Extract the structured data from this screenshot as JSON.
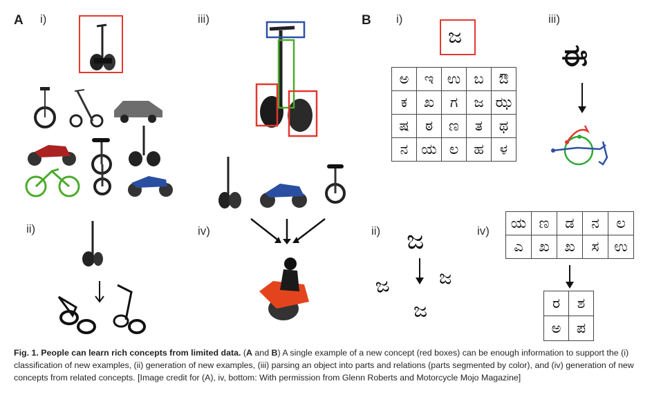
{
  "figure": {
    "panelA": {
      "label": "A",
      "sub_i": "i)",
      "sub_ii": "ii)",
      "sub_iii": "iii)",
      "sub_iv": "iv)"
    },
    "panelB": {
      "label": "B",
      "sub_i": "i)",
      "sub_ii": "ii)",
      "sub_iii": "iii)",
      "sub_iv": "iv)",
      "target_char": "ಜ",
      "grid_chars": [
        [
          "ಅ",
          "ಇ",
          "ಉ",
          "ಬ",
          "ಔ"
        ],
        [
          "ಕ",
          "ಖ",
          "ಗ",
          "ಜ",
          "ಝ"
        ],
        [
          "ಷ",
          "ಠ",
          "ಣ",
          "ತ",
          "ಥ"
        ],
        [
          "ನ",
          "ಯ",
          "ಲ",
          "ಹ",
          "ಳ"
        ]
      ],
      "parse_char": "ಈ",
      "gen_example_char": "ಜ",
      "gen_chars": [
        "ಜ",
        "ಜ",
        "ಜ"
      ],
      "iv_grid": [
        [
          "ಯ",
          "ಣ",
          "ಡ",
          "ನ",
          "ಲ"
        ],
        [
          "ಎ",
          "ಖ",
          "ಖ",
          "ಸ",
          "ಉ"
        ]
      ],
      "iv_new": [
        [
          "ರ",
          "ಶ"
        ],
        [
          "ಅ",
          "ಪ"
        ]
      ]
    },
    "caption": {
      "title": "Fig. 1. People can learn rich concepts from limited data.",
      "open": " (",
      "A": "A",
      "and": " and ",
      "B": "B",
      "body": ") A single example of a new concept (red boxes) can be enough information to support the (i) classification of new examples, (ii) generation of new examples, (iii) parsing an object into parts and relations (parts segmented by color), and (iv) generation of new concepts from related concepts. [Image credit for (A), iv, bottom: With permission from Glenn Roberts and Motorcycle Mojo Magazine]"
    }
  }
}
